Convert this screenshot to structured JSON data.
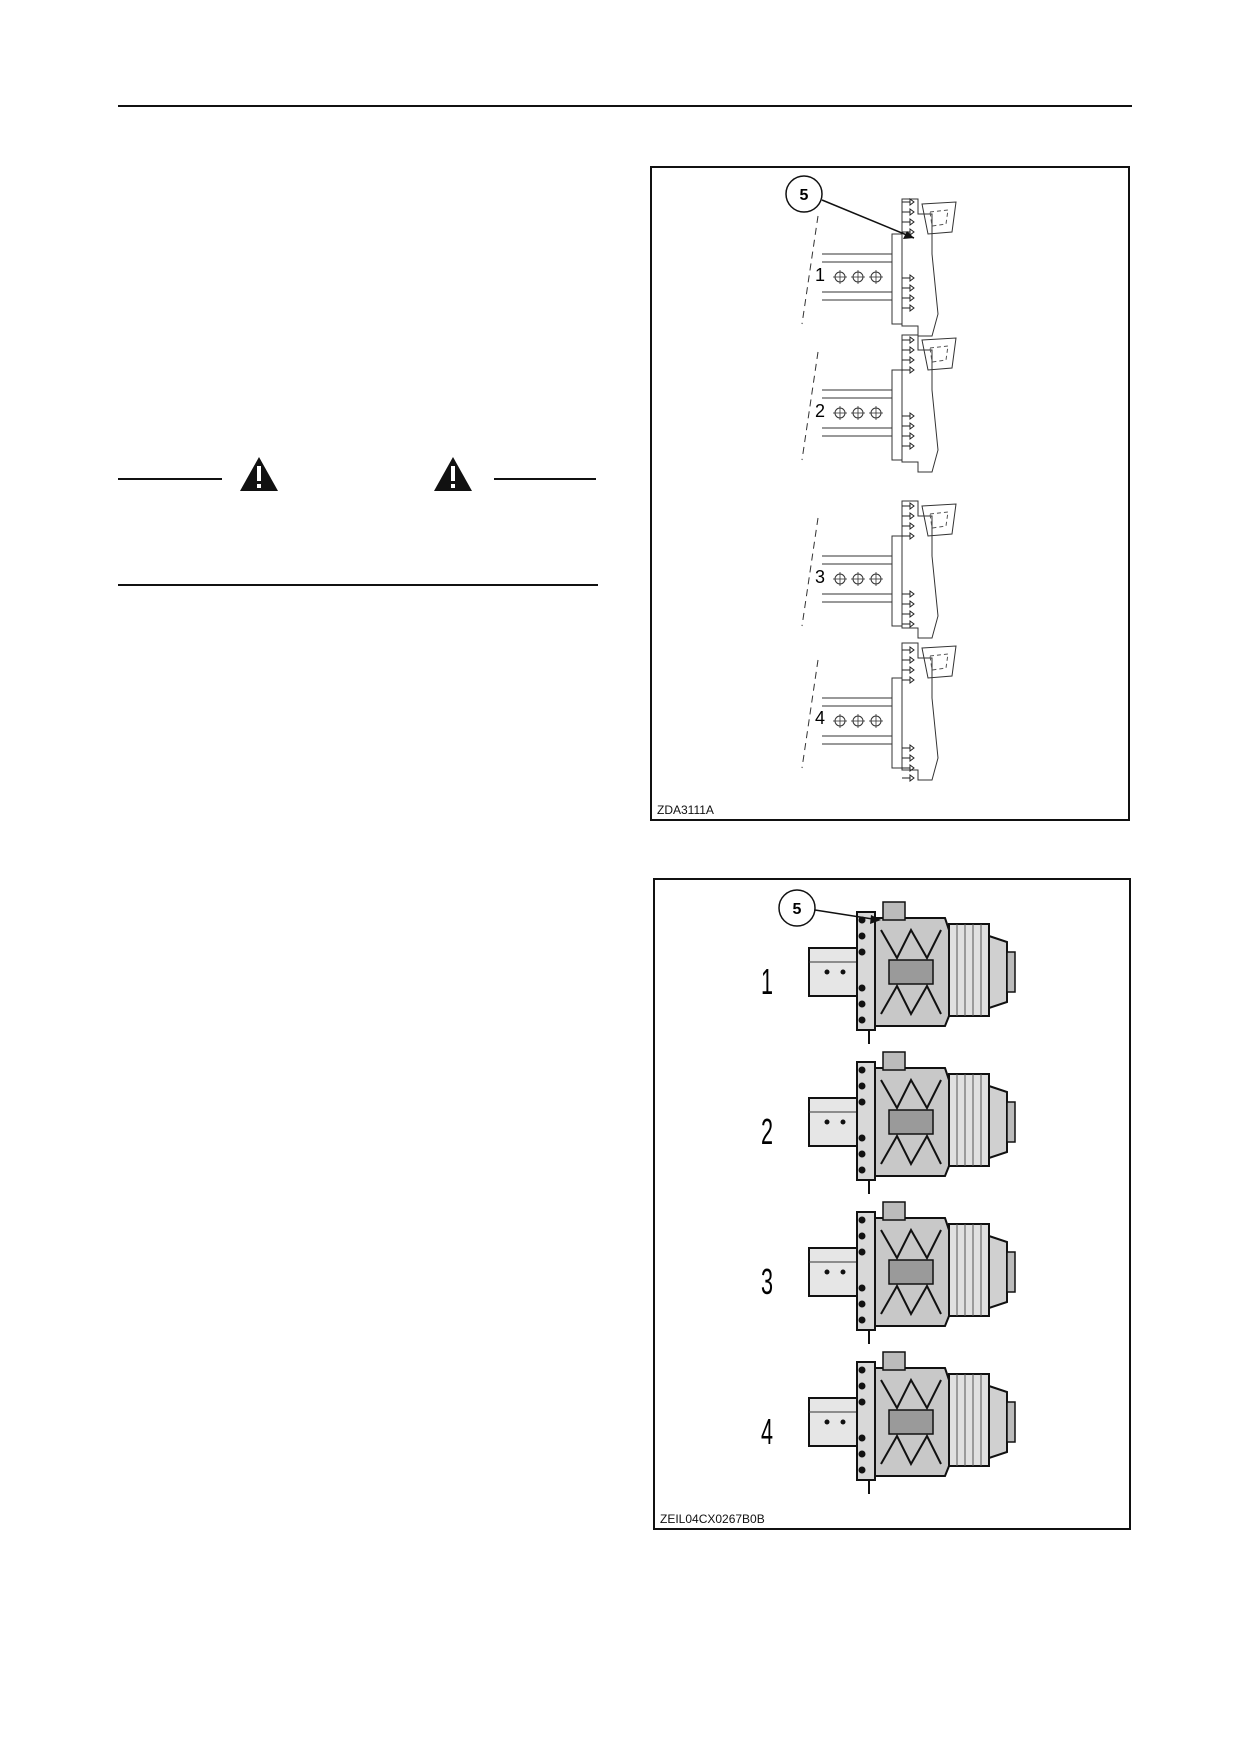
{
  "figure_top": {
    "code": "ZDA3111A",
    "callout": "5",
    "rows": [
      {
        "label": "1"
      },
      {
        "label": "2"
      },
      {
        "label": "3"
      },
      {
        "label": "4"
      }
    ]
  },
  "figure_bottom": {
    "code": "ZEIL04CX0267B0B",
    "callout": "5",
    "rows": [
      {
        "label": "1"
      },
      {
        "label": "2"
      },
      {
        "label": "3"
      },
      {
        "label": "4"
      }
    ]
  },
  "icons": {
    "warning": "warning-triangle-icon"
  }
}
